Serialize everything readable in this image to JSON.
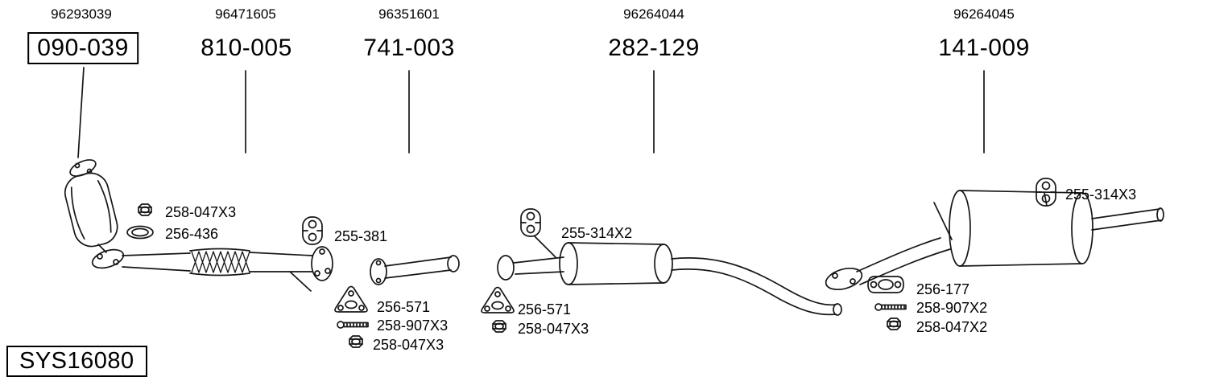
{
  "system_id": "SYS16080",
  "groups": [
    {
      "ref": "96293039",
      "part": "090-039"
    },
    {
      "ref": "96471605",
      "part": "810-005"
    },
    {
      "ref": "96351601",
      "part": "741-003"
    },
    {
      "ref": "96264044",
      "part": "282-129"
    },
    {
      "ref": "96264045",
      "part": "141-009"
    }
  ],
  "callouts": {
    "cat_nut": "258-047X3",
    "cat_gasket": "256-436",
    "front_hanger": "255-381",
    "front_flange": "256-571",
    "front_bolt": "258-907X3",
    "front_nut": "258-047X3",
    "center_hanger": "255-314X2",
    "center_gasket": "256-571",
    "center_nut": "258-047X3",
    "rear_hanger": "255-314X3",
    "rear_gasket": "256-177",
    "rear_bolt": "258-907X2",
    "rear_nut": "258-047X2"
  },
  "icon_colors": {
    "line": "#161616",
    "background": "#ffffff"
  }
}
